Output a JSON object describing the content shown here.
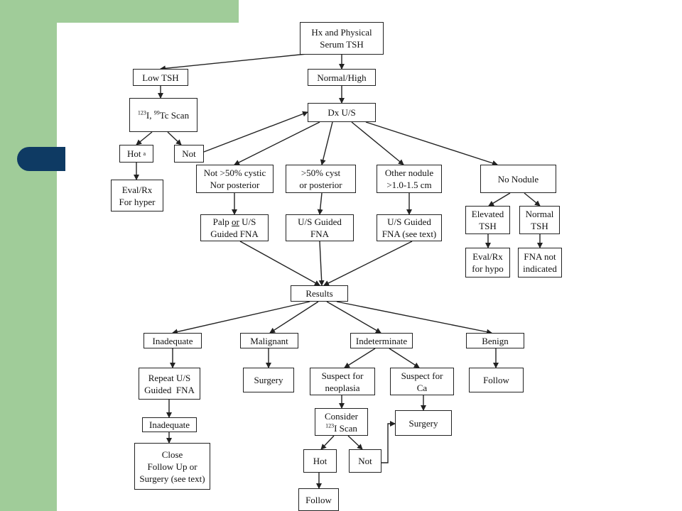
{
  "boxes": {
    "hx": [
      "Hx and Physical",
      "Serum TSH"
    ],
    "low_tsh": [
      "Low TSH"
    ],
    "normal_high": [
      "Normal/High"
    ],
    "scan_sup1": "123",
    "scan_mid": "I, ",
    "scan_sup2": "99",
    "scan_end": "Tc Scan",
    "dx_us": [
      "Dx U/S"
    ],
    "hot": "Hot",
    "hot_sup": "a",
    "not1": [
      "Not"
    ],
    "eval_hyper": [
      "Eval/Rx",
      "For hyper"
    ],
    "not50": [
      "Not >50% cystic",
      "Nor posterior"
    ],
    "gt50": [
      ">50% cyst",
      "or posterior"
    ],
    "other_nod": [
      "Other nodule",
      ">1.0-1.5 cm"
    ],
    "no_nodule": [
      "No Nodule"
    ],
    "palp_a": "Palp ",
    "palp_or": "or",
    "palp_b": " U/S",
    "palp_c": "Guided FNA",
    "us_fna": [
      "U/S Guided",
      "FNA"
    ],
    "us_fna_text": [
      "U/S Guided",
      "FNA (see text)"
    ],
    "elevated": [
      "Elevated",
      "TSH"
    ],
    "normal_tsh": [
      "Normal",
      "TSH"
    ],
    "eval_hypo": [
      "Eval/Rx",
      "for hypo"
    ],
    "fna_not": [
      "FNA not",
      "indicated"
    ],
    "results": [
      "Results"
    ],
    "inadequate": [
      "Inadequate"
    ],
    "malignant": [
      "Malignant"
    ],
    "indeterminate": [
      "Indeterminate"
    ],
    "benign": [
      "Benign"
    ],
    "repeat": [
      "Repeat U/S",
      "Guided  FNA"
    ],
    "surgery1": [
      "Surgery"
    ],
    "suspect_neo": [
      "Suspect for",
      "neoplasia"
    ],
    "suspect_ca": [
      "Suspect for",
      "Ca"
    ],
    "follow1": [
      "Follow"
    ],
    "inadequate2": [
      "Inadequate"
    ],
    "consider": "Consider",
    "consider_sup": "123",
    "consider_b": "I Scan",
    "surgery2": [
      "Surgery"
    ],
    "close": [
      "Close",
      "Follow Up or",
      "Surgery (see text)"
    ],
    "hot2": [
      "Hot"
    ],
    "not2": [
      "Not"
    ],
    "follow2": [
      "Follow"
    ]
  }
}
